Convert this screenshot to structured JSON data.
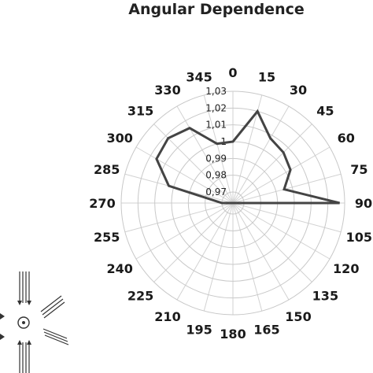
{
  "chart_data": {
    "type": "radar",
    "title": "Angular Dependence",
    "angle_labels": [
      "0",
      "15",
      "30",
      "45",
      "60",
      "75",
      "90",
      "105",
      "120",
      "135",
      "150",
      "165",
      "180",
      "195",
      "210",
      "225",
      "240",
      "255",
      "270",
      "285",
      "300",
      "315",
      "330",
      "345"
    ],
    "radial_ticks": [
      "0,97",
      "0,98",
      "0,99",
      "1",
      "1,01",
      "1,02",
      "1,03"
    ],
    "rlim": [
      0.97,
      1.03
    ],
    "grid": true,
    "series": [
      {
        "values": [
          1.0,
          1.02,
          1.008,
          1.006,
          1.003,
          0.995,
          1.027,
          null,
          null,
          null,
          null,
          null,
          null,
          null,
          null,
          null,
          null,
          null,
          0.97,
          1.003,
          1.016,
          1.018,
          1.015,
          1.0
        ]
      }
    ]
  },
  "colors": {
    "series": "#444444",
    "grid": "#c8c8c8",
    "text": "#1a1a1a"
  },
  "inset": {
    "icon": "detector-irradiation-geometry-icon"
  }
}
